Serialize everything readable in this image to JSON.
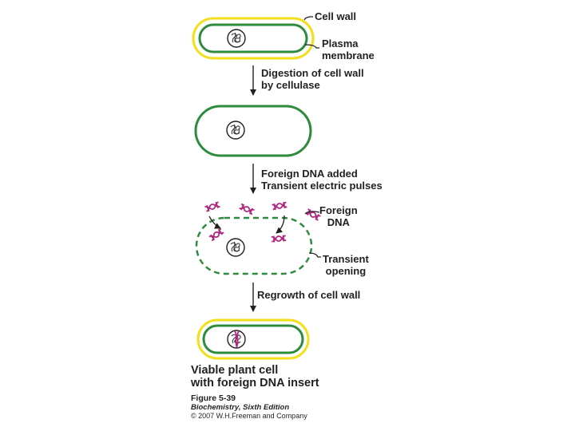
{
  "labels": {
    "cell_wall": "Cell wall",
    "plasma_membrane": [
      "Plasma",
      "membrane"
    ],
    "step1": [
      "Digestion of cell wall",
      "by cellulase"
    ],
    "step2": [
      "Foreign DNA added",
      "Transient electric pulses"
    ],
    "foreign_dna": [
      "Foreign",
      "DNA"
    ],
    "transient_opening": [
      "Transient",
      "opening"
    ],
    "step3": "Regrowth of cell wall",
    "result": [
      "Viable plant cell",
      "with foreign DNA insert"
    ]
  },
  "figure": {
    "number": "Figure 5-39",
    "book": "Biochemistry, Sixth Edition",
    "copyright": "© 2007 W.H.Freeman and Company"
  },
  "colors": {
    "cell_wall": "#f1df1a",
    "membrane": "#2e8b3e",
    "foreign_dna": "#b0287f",
    "nucleus_dna": "#3a3a3a",
    "text": "#231f20"
  }
}
